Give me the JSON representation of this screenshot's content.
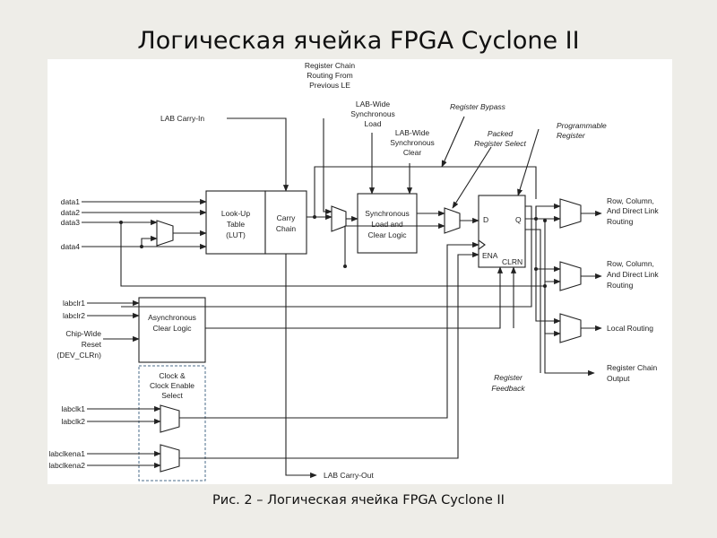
{
  "title": "Логическая ячейка FPGA Cyclone II",
  "caption": "Рис. 2 – Логическая ячейка FPGA Cyclone II",
  "diagram": {
    "inputs": {
      "data1": "data1",
      "data2": "data2",
      "data3": "data3",
      "data4": "data4",
      "labclr1": "labclr1",
      "labclr2": "labclr2",
      "chip_wide_reset": [
        "Chip-Wide",
        "Reset",
        "(DEV_CLRn)"
      ],
      "labclk1": "labclk1",
      "labclk2": "labclk2",
      "labclkena1": "labclkena1",
      "labclkena2": "labclkena2"
    },
    "top_labels": {
      "lab_carry_in": "LAB Carry-In",
      "register_chain_routing": [
        "Register Chain",
        "Routing From",
        "Previous LE"
      ],
      "lab_wide_sync_load": [
        "LAB-Wide",
        "Synchronous",
        "Load"
      ],
      "lab_wide_sync_clear": [
        "LAB-Wide",
        "Synchronous",
        "Clear"
      ],
      "register_bypass": "Register Bypass",
      "packed_register_select": [
        "Packed",
        "Register Select"
      ],
      "programmable_register": [
        "Programmable",
        "Register"
      ]
    },
    "blocks": {
      "lut": [
        "Look-Up",
        "Table",
        "(LUT)"
      ],
      "carry_chain": [
        "Carry",
        "Chain"
      ],
      "sync_logic": [
        "Synchronous",
        "Load and",
        "Clear Logic"
      ],
      "async_clear": [
        "Asynchronous",
        "Clear Logic"
      ],
      "clock_enable": [
        "Clock &",
        "Clock Enable",
        "Select"
      ]
    },
    "register": {
      "d": "D",
      "q": "Q",
      "ena": "ENA",
      "clrn": "CLRN"
    },
    "outputs": {
      "row_col_1": [
        "Row, Column,",
        "And Direct Link",
        "Routing"
      ],
      "row_col_2": [
        "Row, Column,",
        "And Direct Link",
        "Routing"
      ],
      "local_routing": "Local Routing",
      "register_chain_output": [
        "Register Chain",
        "Output"
      ]
    },
    "bottom_labels": {
      "register_feedback": [
        "Register",
        "Feedback"
      ],
      "lab_carry_out": "LAB Carry-Out"
    }
  }
}
